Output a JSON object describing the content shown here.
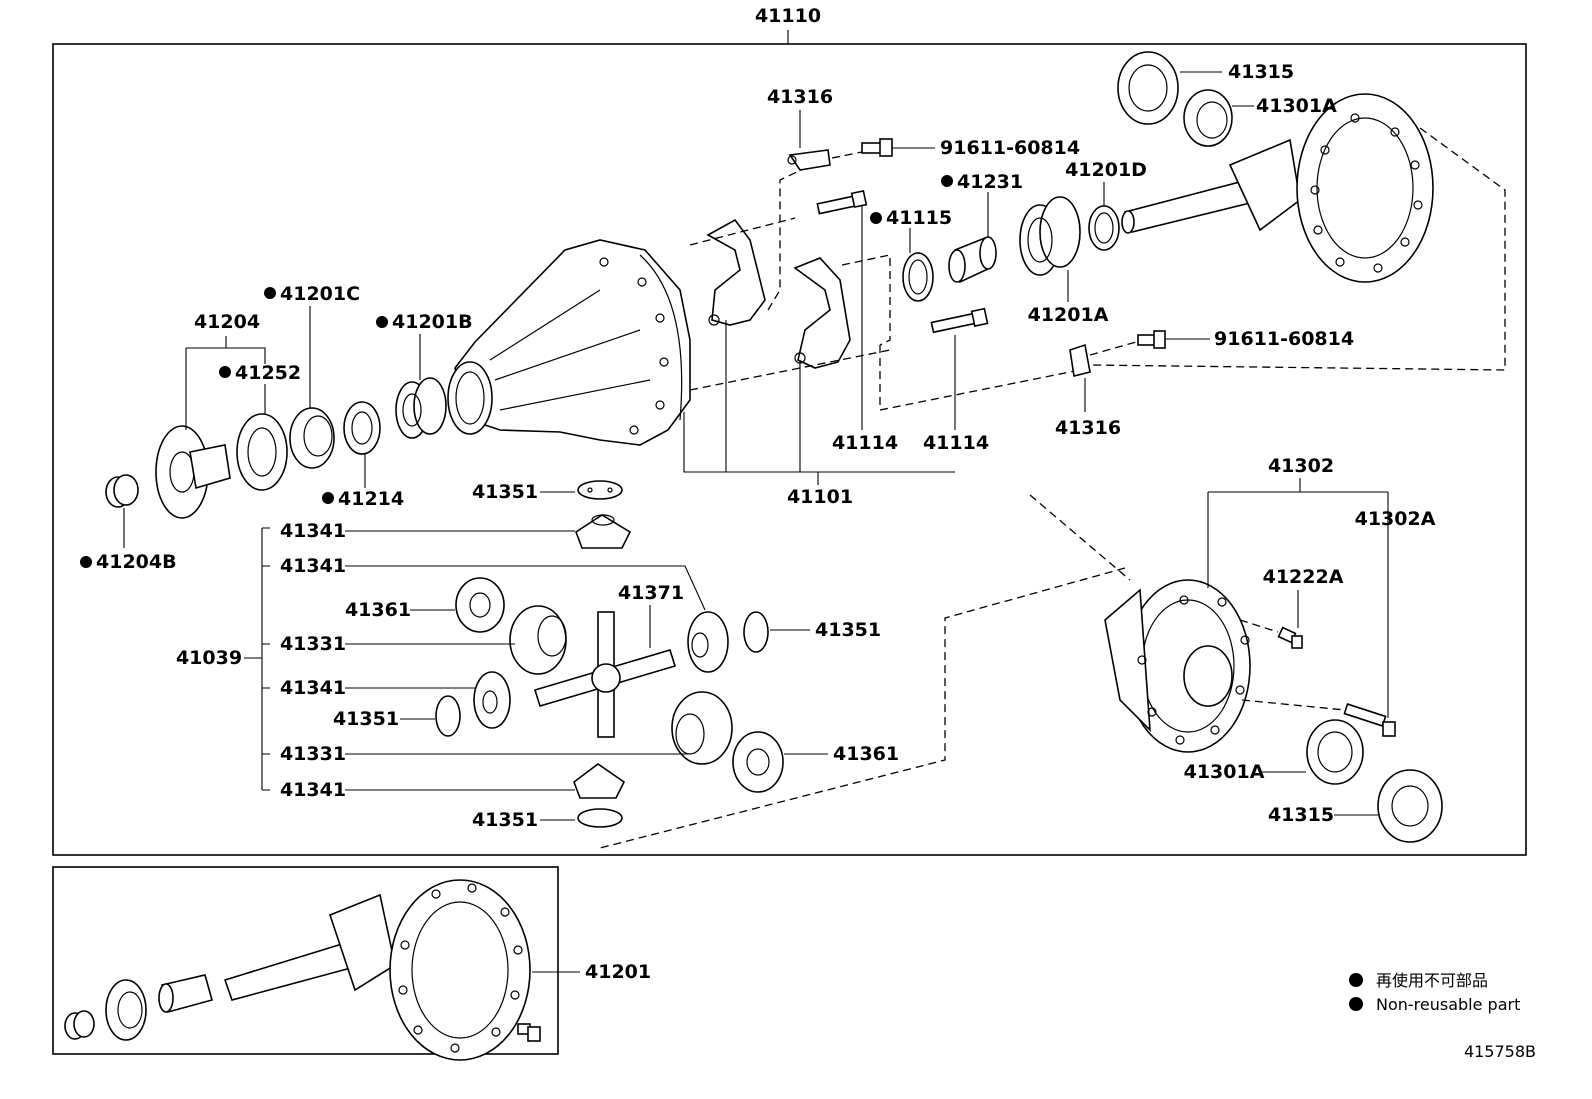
{
  "labels": {
    "p41110": "41110",
    "p41316_top": "41316",
    "p91611_top": "91611-60814",
    "p41315_top": "41315",
    "p41301a_top": "41301A",
    "p41231": "41231",
    "p41201d": "41201D",
    "p41115": "41115",
    "p41201a": "41201A",
    "p91611_mid": "91611-60814",
    "p41316_mid": "41316",
    "p41201c": "41201C",
    "p41201b": "41201B",
    "p41204": "41204",
    "p41252": "41252",
    "p41214": "41214",
    "p41204b": "41204B",
    "p41114_a": "41114",
    "p41114_b": "41114",
    "p41101": "41101",
    "p41351_a": "41351",
    "p41341_a": "41341",
    "p41341_b": "41341",
    "p41361_a": "41361",
    "p41371": "41371",
    "p41351_b": "41351",
    "p41331_a": "41331",
    "p41039": "41039",
    "p41341_c": "41341",
    "p41351_c": "41351",
    "p41331_b": "41331",
    "p41361_b": "41361",
    "p41341_d": "41341",
    "p41351_d": "41351",
    "p41302": "41302",
    "p41302a": "41302A",
    "p41222a": "41222A",
    "p41301a_bot": "41301A",
    "p41315_bot": "41315",
    "p41201": "41201"
  },
  "legend": {
    "japanese": "再使用不可部品",
    "english": "Non-reusable part"
  },
  "diagram_id": "415758B"
}
